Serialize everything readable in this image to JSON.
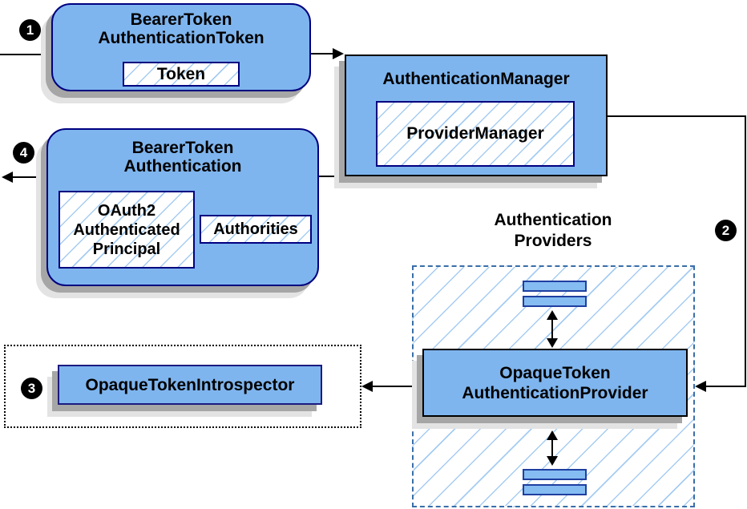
{
  "markers": {
    "step1": "1",
    "step2": "2",
    "step3": "3",
    "step4": "4"
  },
  "nodes": {
    "bearer_token_authentication_token": {
      "title1": "BearerToken",
      "title2": "AuthenticationToken",
      "token_label": "Token"
    },
    "authentication_manager": {
      "title": "AuthenticationManager",
      "inner_label": "ProviderManager"
    },
    "bearer_token_authentication": {
      "title1": "BearerToken",
      "title2": "Authentication",
      "principal1": "OAuth2",
      "principal2": "Authenticated",
      "principal3": "Principal",
      "authorities_label": "Authorities"
    },
    "introspector_group": {
      "introspector_label": "OpaqueTokenIntrospector"
    },
    "providers_group": {
      "title1": "Authentication",
      "title2": "Providers"
    },
    "opaque_token_authentication_provider": {
      "title1": "OpaqueToken",
      "title2": "AuthenticationProvider"
    }
  },
  "colors": {
    "node_fill": "#7FB5EE",
    "rounded_border": "#000080",
    "rect_border": "#000000",
    "bar_border": "#1F3FA0",
    "hatch_line": "#A6CCF2",
    "dashed_border": "#3A6EA8",
    "dotted_border": "#000000",
    "shadow": "#A6A6A6",
    "marker_bg": "#000000",
    "marker_text": "#FFFFFF",
    "connector": "#000000"
  }
}
